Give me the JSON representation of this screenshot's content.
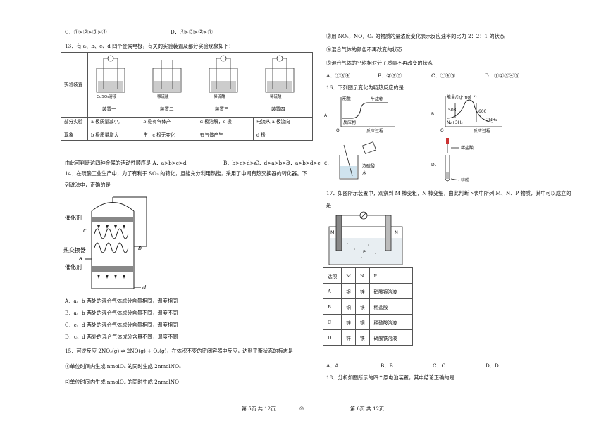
{
  "left": {
    "q12_opt_c": "C．①>②>③>④",
    "q12_opt_d": "D．④>③>②>①",
    "q13_stem": "13．有 a、b、c、d 四个金属电极，有关的实验装置及部分实验现象如下：",
    "q13_table": {
      "row_header_1": "实验装置",
      "devices": [
        "装置一",
        "装置二",
        "装置三",
        "装置四"
      ],
      "device_labels": [
        "CuSO₄溶液",
        "稀硫酸",
        "稀硫酸",
        "稀硫酸"
      ],
      "row_header_2": [
        "部分实验",
        "现象"
      ],
      "phenomena": [
        [
          "a 极质量减小,",
          "b 极质量增大"
        ],
        [
          "b 极有气体产",
          "生，c 极无变化"
        ],
        [
          "d 极溶解，c 极",
          "有气体产生"
        ],
        [
          "电流从 a 极流向",
          "d 极"
        ]
      ]
    },
    "q13_conclusion": "由此可判断这四种金属的活动性顺序是 A．a>b>c>d",
    "q13_opt_b": "B．b>c>d>a",
    "q13_opt_c": "C．d>a>b>c",
    "q13_opt_d": "D．a>b>d>c",
    "q14_stem_1": "14．在硫酸工业生产中，为了有利于 SO₂ 的转化，且能充分利用热能，采用了中间有热交换器的转化器。下",
    "q14_stem_2": "列说法中，正确的是",
    "q14_fig": {
      "catalyst": "催化剂",
      "exchanger": "热交换器",
      "c": "c",
      "a": "a",
      "b": "b",
      "d": "d"
    },
    "q14_opts": [
      "A．a、b 两处的混合气体成分含量相同，温度相同",
      "B．a、b 两处的混合气体成分含量不同，温度不同",
      "C．c、d 两处的混合气体成分含量相同，温度相同",
      "D．c、d 两处的混合气体成分含量不同，温度不同"
    ],
    "q15_stem": "15．可逆反应 2NO₂(g) ⇌ 2NO(g) + O₂(g)，在体积不变的密闭容器中反应，达到平衡状态的标志是",
    "q15_items": [
      "①单位时间内生成 nmolO₂ 的同时生成 2nmolNO₂",
      "②单位时间内生成 nmolO₂ 的同时生成 2nmolNO"
    ]
  },
  "right": {
    "q15_items": [
      "③用 NO₂，NO，O₂ 的物质的量浓度变化表示反应速率的比为 2：2：1 的状态",
      "④混合气体的颜色不再改变的状态",
      "⑤混合气体的平均相对分子质量不再改变的状态"
    ],
    "q15_opts": [
      "A．①③④",
      "B．②③⑤",
      "C．①④⑤",
      "D．①②③④⑤"
    ],
    "q16_stem": "16．下列图示变化为吸热反应的是",
    "q16_A": {
      "label": "A．",
      "ylabel": "能量",
      "product": "生成物",
      "reactant": "反应物",
      "xlabel": "反应过程",
      "origin": "O"
    },
    "q16_B": {
      "label": "B．",
      "ylabel": "能量/(kJ·mol⁻¹)",
      "v1": "508",
      "v2": "600",
      "reactant": "N₂+3H₂",
      "product": "2NH₃",
      "xlabel": "反应过程",
      "origin": "O"
    },
    "q16_C": {
      "label": "C．",
      "acid": "浓硫酸",
      "water": "水"
    },
    "q16_D": {
      "label": "D．",
      "acid": "稀盐酸",
      "metal": "锌粉"
    },
    "q17_stem_1": "17．如图所示装置中，观察到 M 棒变粗，N 棒变细，由此判断下表中所列 M、N、P 物质，其中可以成立的",
    "q17_stem_2": "是",
    "q17_fig": {
      "m": "M",
      "n": "N",
      "p": "P"
    },
    "q17_table": {
      "header": [
        "选项",
        "M",
        "N",
        "P"
      ],
      "rows": [
        [
          "A",
          "银",
          "锌",
          "硝酸银溶液"
        ],
        [
          "B",
          "铜",
          "铁",
          "稀盐酸"
        ],
        [
          "C",
          "锌",
          "铜",
          "稀硫酸溶液"
        ],
        [
          "D",
          "锌",
          "铁",
          "硝酸铁溶液"
        ]
      ]
    },
    "q17_opts": [
      "A．A",
      "B．B",
      "C．C",
      "D．D"
    ],
    "q18_stem": "18．分析如图所示的四个原电池装置，其中结论正确的是"
  },
  "footer": {
    "left": "第 5页  共 12页",
    "center": "◎",
    "right": "第 6页  共 12页"
  }
}
